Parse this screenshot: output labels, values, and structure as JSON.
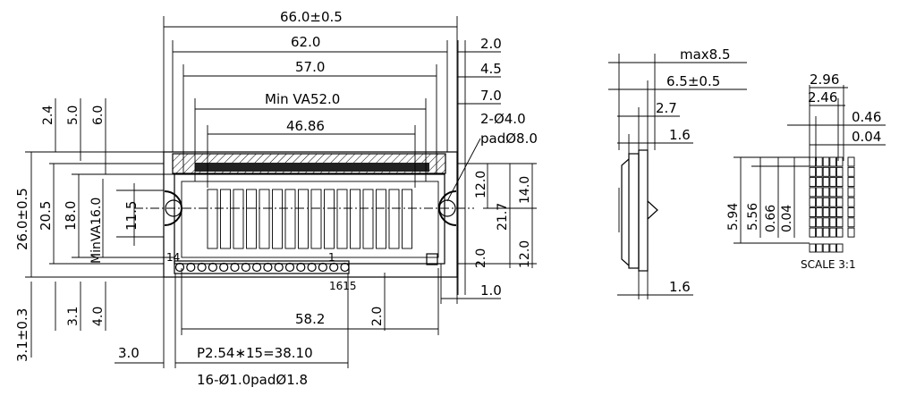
{
  "front_view": {
    "top_dims": {
      "overall_width": "66.0±0.5",
      "pcb_hole_pitch": "62.0",
      "bezel_width": "57.0",
      "view_area": "Min  VA52.0",
      "active_area": "46.86"
    },
    "left_dims": {
      "d1": "2.4",
      "d2": "5.0",
      "d3": "6.0",
      "overall_height": "26.0±0.5",
      "bezel_height": "20.5",
      "frame_height": "18.0",
      "view_height": "MinVA16.0",
      "char_height": "11.5",
      "bottom_offset": "3.1±0.3",
      "d4": "3.1",
      "d5": "4.0"
    },
    "right_dims": {
      "r1": "2.0",
      "r2": "4.5",
      "r3": "7.0",
      "hole_spec": "2-Ø4.0",
      "pad_spec": "padØ8.0",
      "v1": "12.0",
      "v2": "21.7",
      "v3": "14.0",
      "v4": "2.0",
      "v5": "12.0",
      "h_offset": "1.0"
    },
    "bottom_dims": {
      "span": "58.2",
      "pin_offset": "2.0",
      "edge_offset": "3.0",
      "pin_pitch": "P2.54∗15=38.10",
      "pin_holes": "16-Ø1.0padØ1.8"
    },
    "pin_labels": {
      "pin_14": "14",
      "pin_1": "1",
      "pin_16_15": "1615"
    }
  },
  "side_view": {
    "max_thickness": "max8.5",
    "body_thickness": "6.5±0.5",
    "lcd_offset": "2.7",
    "pcb_thickness": "1.6",
    "bottom_thickness": "1.6"
  },
  "dot_detail": {
    "width": "2.96",
    "dot_pitch": "2.46",
    "dot_width": "0.46",
    "gap": "0.04",
    "height": "5.94",
    "char_h": "5.56",
    "dot_h": "0.66",
    "dot_gap": "0.04",
    "scale": "SCALE  3:1"
  }
}
